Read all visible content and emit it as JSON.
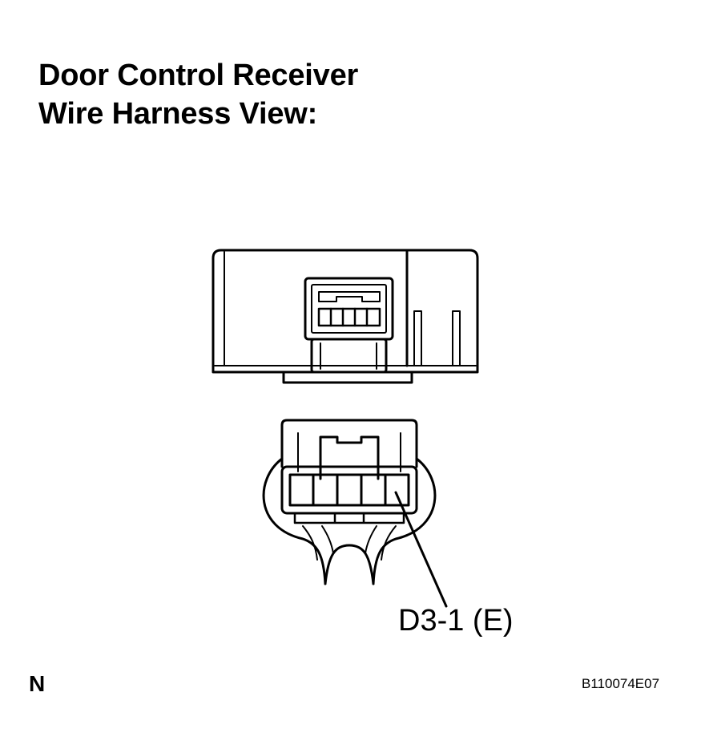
{
  "title": {
    "line1": "Door Control Receiver",
    "line2": "Wire Harness View:"
  },
  "callout": {
    "label": "D3-1 (E)"
  },
  "corner_mark": "N",
  "figure_id": "B110074E07",
  "colors": {
    "ink": "#000000",
    "background": "#ffffff"
  }
}
